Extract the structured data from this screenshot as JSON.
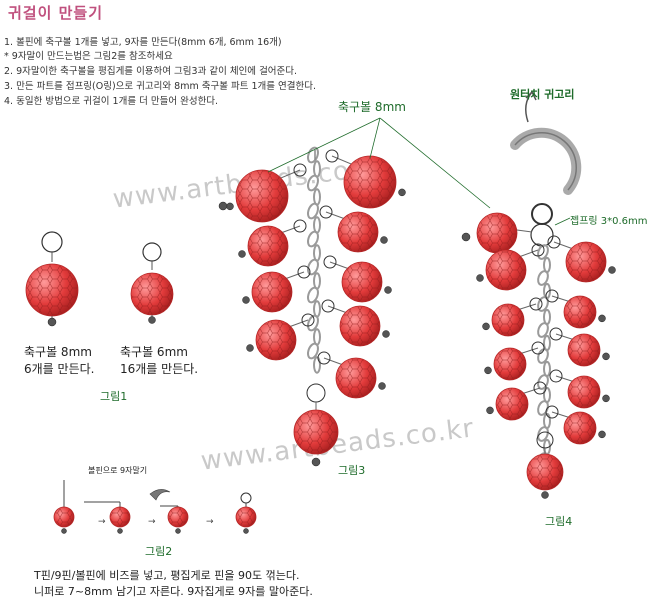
{
  "title": "귀걸이 만들기",
  "steps": [
    "1. 볼핀에 축구볼 1개를 넣고, 9자를 만든다(8mm 6개, 6mm 16개)",
    "   * 9자말이 만드는법은 그림2를 참조하세요",
    "2. 9자말이한 축구볼을 평집게를 이용하여 그림3과 같이 체인에 걸어준다.",
    "3. 만든 파트를 접프링(O링)으로 귀고리와 8mm 축구볼 파트 1개를 연결한다.",
    "4. 동일한 방법으로 귀걸이 1개를 더 만들어 완성한다."
  ],
  "fig1": {
    "label": "그림1",
    "bead8_line1": "축구볼 8mm",
    "bead8_line2": "6개를 만든다.",
    "bead6_line1": "축구볼 6mm",
    "bead6_line2": "16개를 만든다."
  },
  "fig2": {
    "label": "그림2",
    "tool_note": "볼핀으로 9자말기",
    "desc_line1": "T핀/9핀/볼핀에 비즈를 넣고, 평집게로 핀을 90도 꺾는다.",
    "desc_line2": "니퍼로 7~8mm 남기고 자른다. 9자집게로 9자를 말아준다."
  },
  "fig3": {
    "label": "그림3",
    "callout": "축구볼 8mm"
  },
  "fig4": {
    "label": "그림4",
    "earring_label": "원터치 귀고리",
    "jumpring_label": "젭프링 3*0.6mm"
  },
  "watermarks": [
    "www.artbeads.co.kr",
    "www.artbeads.co.kr"
  ],
  "colors": {
    "bead": "#e23b3b",
    "bead_dark": "#b52626",
    "chain": "#9a9a9a",
    "title": "#c0507e",
    "label": "#1e6b2a"
  }
}
